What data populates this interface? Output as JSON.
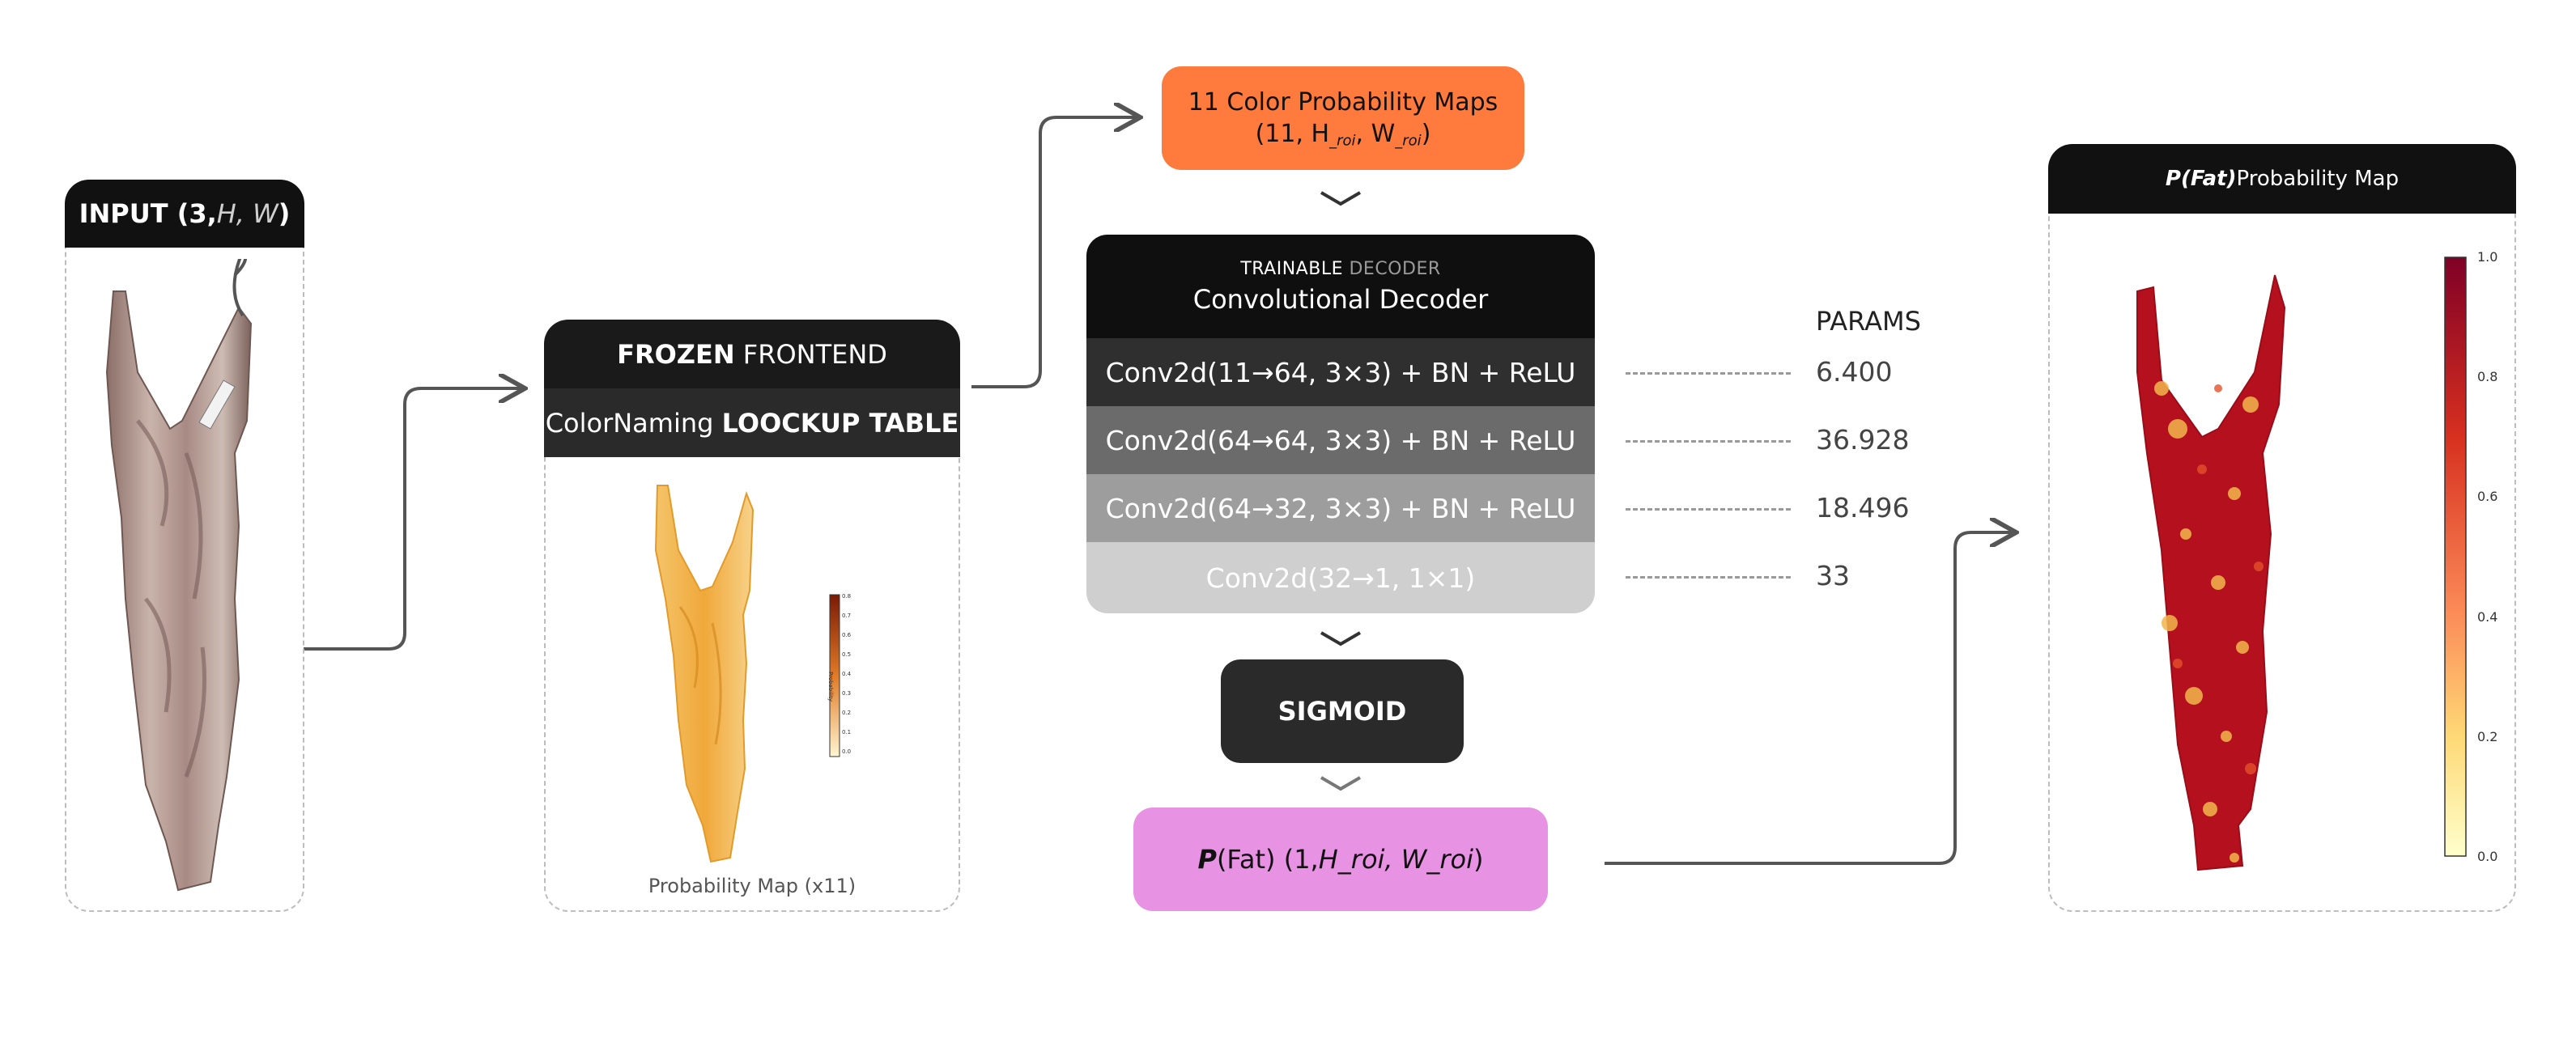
{
  "input": {
    "label_bold": "INPUT (3,",
    "label_ital": "H, W",
    "label_end": ")"
  },
  "frontend": {
    "frozen": "FROZEN",
    "frontend": "FRONTEND",
    "colornaming": "ColorNaming",
    "lookup": "LOOCKUP TABLE",
    "caption": "Probability Map (x11)",
    "colorbar_ticks": [
      "0.8",
      "0.7",
      "0.6",
      "0.5",
      "0.4",
      "0.3",
      "0.2",
      "0.1",
      "0.0"
    ],
    "colorbar_label": "Probability"
  },
  "color_maps": {
    "line1": "11 Color Probability Maps",
    "line2_a": "(11, H",
    "line2_sub1": "_roi",
    "line2_b": ", W",
    "line2_sub2": "_roi",
    "line2_c": ")"
  },
  "decoder": {
    "trainable": "TRAINABLE",
    "decoder_word": "DECODER",
    "title": "Convolutional Decoder",
    "layers": [
      {
        "label": "Conv2d(11→64, 3×3) + BN + ReLU",
        "params": "6.400",
        "color": "#2f2f2f"
      },
      {
        "label": "Conv2d(64→64, 3×3) + BN + ReLU",
        "params": "36.928",
        "color": "#6b6b6b"
      },
      {
        "label": "Conv2d(64→32, 3×3) + BN + ReLU",
        "params": "18.496",
        "color": "#9d9d9d"
      },
      {
        "label": "Conv2d(32→1, 1×1)",
        "params": "33",
        "color": "#cfcfcf"
      }
    ],
    "params_header": "PARAMS"
  },
  "sigmoid": {
    "label": "SIGMOID"
  },
  "output_box": {
    "p": "P",
    "fat": "(Fat) (1, ",
    "dims": "H_roi, W_roi",
    "close": ")"
  },
  "result": {
    "title_bold": "P(Fat)",
    "title_rest": " Probability Map",
    "colorbar_ticks": [
      "1.0",
      "0.8",
      "0.6",
      "0.4",
      "0.2",
      "0.0"
    ]
  },
  "colors": {
    "orange": "#ff7a3d",
    "pink": "#e892e3",
    "dark": "#111111",
    "sigmoid": "#2a2a2a"
  }
}
